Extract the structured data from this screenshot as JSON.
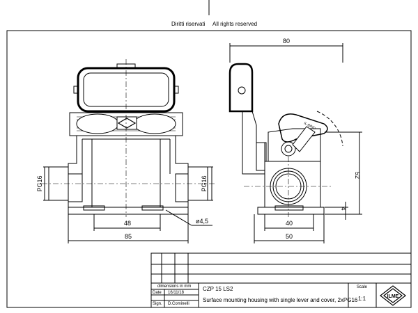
{
  "header": {
    "left": "Diritti riservati",
    "right": "All rights reserved"
  },
  "dimensions": {
    "width_top": "80",
    "height_side": "52",
    "small_4": "4",
    "width_40": "40",
    "width_50": "50",
    "width_48": "48",
    "width_85": "85",
    "hole": "ø4,5",
    "pg_left": "PG16",
    "pg_right": "PG16"
  },
  "cover_marking": "IL-BRID",
  "title_block": {
    "units_label": "dimensions in mm",
    "date_label": "Date",
    "date_value": "16/11/18",
    "sign_label": "Sign.",
    "sign_value": "D.Cominelli",
    "code": "CZP 15 LS2",
    "description": "Surface mounting housing with single lever and cover, 2xPG16",
    "scale_label": "Scale",
    "scale_value": "1:1"
  },
  "logo_text": "ILME",
  "colors": {
    "line": "#000000",
    "paper": "#ffffff",
    "hatch": "#555555"
  }
}
